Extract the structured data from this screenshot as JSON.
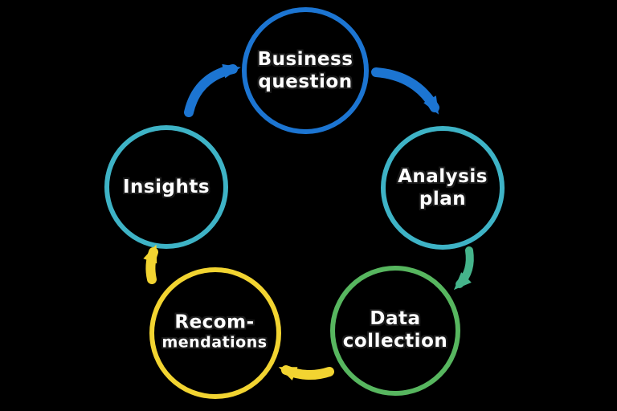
{
  "diagram": {
    "type": "cycle",
    "background": "#000000",
    "text_color": "#ffffff",
    "nodes": [
      {
        "id": "business-question",
        "line1": "Business",
        "line2": "question",
        "color": "#1c75d2"
      },
      {
        "id": "analysis-plan",
        "line1": "Analysis",
        "line2": "plan",
        "color": "#3eb3c6"
      },
      {
        "id": "data-collection",
        "line1": "Data",
        "line2": "collection",
        "color": "#57b65f"
      },
      {
        "id": "recommendations",
        "line1": "Recom-",
        "line2": "mendations",
        "color": "#f2d431"
      },
      {
        "id": "insights",
        "line1": "Insights",
        "line2": "",
        "color": "#3eb3c6"
      }
    ],
    "arrows": [
      {
        "id": "insights-to-business",
        "from": "insights",
        "to": "business-question",
        "color": "#1c75d2"
      },
      {
        "id": "business-to-analysis",
        "from": "business-question",
        "to": "analysis-plan",
        "color": "#1c75d2"
      },
      {
        "id": "analysis-to-data",
        "from": "analysis-plan",
        "to": "data-collection",
        "color": "#45b48b"
      },
      {
        "id": "data-to-recommendations",
        "from": "data-collection",
        "to": "recommendations",
        "color": "#f2d431"
      },
      {
        "id": "recommendations-to-insights",
        "from": "recommendations",
        "to": "insights",
        "color": "#f2d431"
      }
    ]
  }
}
